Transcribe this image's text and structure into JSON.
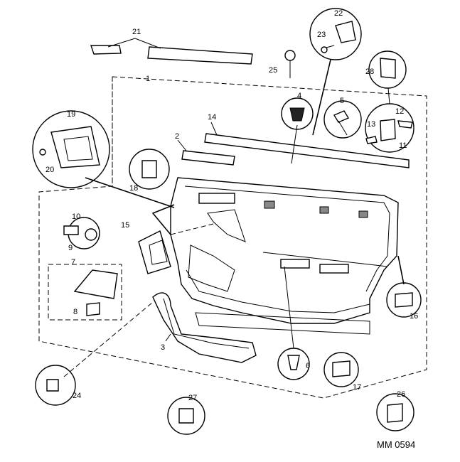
{
  "diagram": {
    "reference": "MM 0594",
    "callouts": [
      "1",
      "2",
      "3",
      "4",
      "5",
      "6",
      "7",
      "8",
      "9",
      "10",
      "11",
      "12",
      "13",
      "14",
      "15",
      "16",
      "17",
      "18",
      "19",
      "20",
      "21",
      "22",
      "23",
      "24",
      "25",
      "26",
      "27",
      "28"
    ]
  }
}
